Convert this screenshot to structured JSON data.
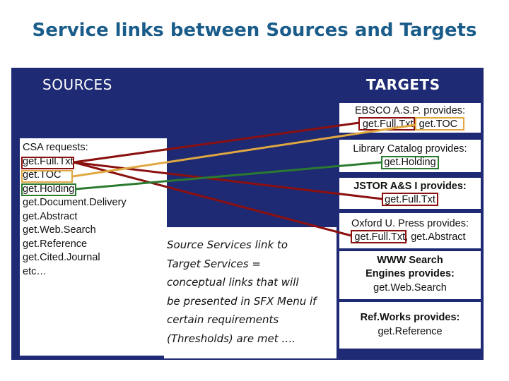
{
  "title": "Service links between Sources and Targets",
  "sources_header": "SOURCES",
  "targets_header": "TARGETS",
  "csa": {
    "heading": "CSA requests:",
    "items": [
      "get.Full.Txt",
      "get.TOC",
      "get.Holding",
      "get.Document.Delivery",
      "get.Abstract",
      "get.Web.Search",
      "get.Reference",
      "get.Cited.Journal",
      "etc…"
    ]
  },
  "middle_note": [
    "Source Services link to",
    "Target Services =",
    "conceptual links that will",
    "be presented in SFX Menu if",
    "certain requirements",
    "(Thresholds) are met …."
  ],
  "targets": [
    {
      "name": "EBSCO A.S.P. provides:",
      "services": "get.Full.Txt, get.TOC"
    },
    {
      "name": "Library Catalog provides:",
      "services": "get.Holding"
    },
    {
      "name": "JSTOR A&S I provides:",
      "services": "get.Full.Txt"
    },
    {
      "name": "Oxford U. Press provides:",
      "services": "get.Full.Txt, get.Abstract"
    },
    {
      "name": "WWW Search Engines provides:",
      "services": "get.Web.Search"
    },
    {
      "name": "Ref.Works provides:",
      "services": "get.Reference"
    }
  ],
  "colors": {
    "title": "#1a5c8a",
    "panel": "#1e2a73",
    "fulltxt_link": "#8b1010",
    "toc_link": "#e0a840",
    "holding_link": "#2a7a30"
  }
}
